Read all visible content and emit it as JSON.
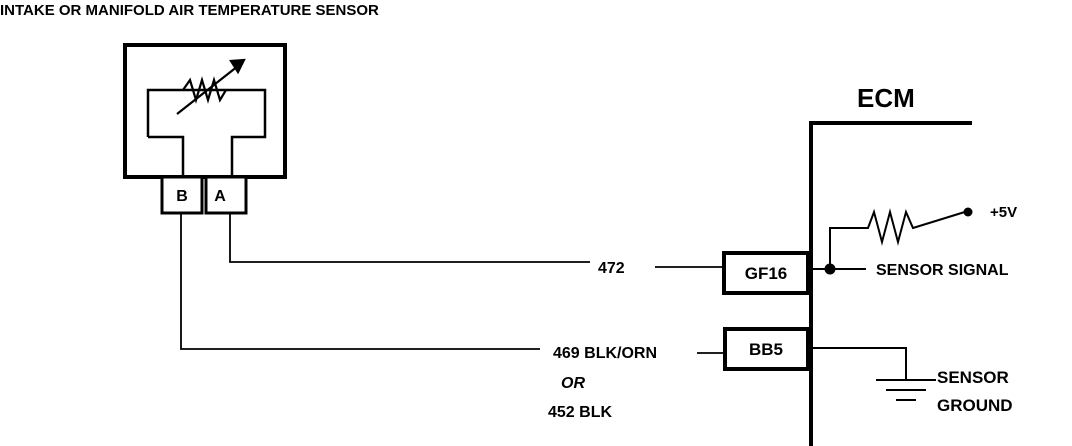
{
  "title": "INTAKE OR MANIFOLD AIR TEMPERATURE SENSOR",
  "sensor": {
    "pin_b": "B",
    "pin_a": "A"
  },
  "ecm": {
    "label": "ECM",
    "supply": "+5V",
    "signal_label": "SENSOR SIGNAL",
    "ground_label_line1": "SENSOR",
    "ground_label_line2": "GROUND"
  },
  "connectors": {
    "signal_pin": "GF16",
    "ground_pin": "BB5"
  },
  "wires": {
    "signal": "472",
    "ground_primary": "469 BLK/ORN",
    "ground_or": "OR",
    "ground_alt": "452 BLK"
  }
}
